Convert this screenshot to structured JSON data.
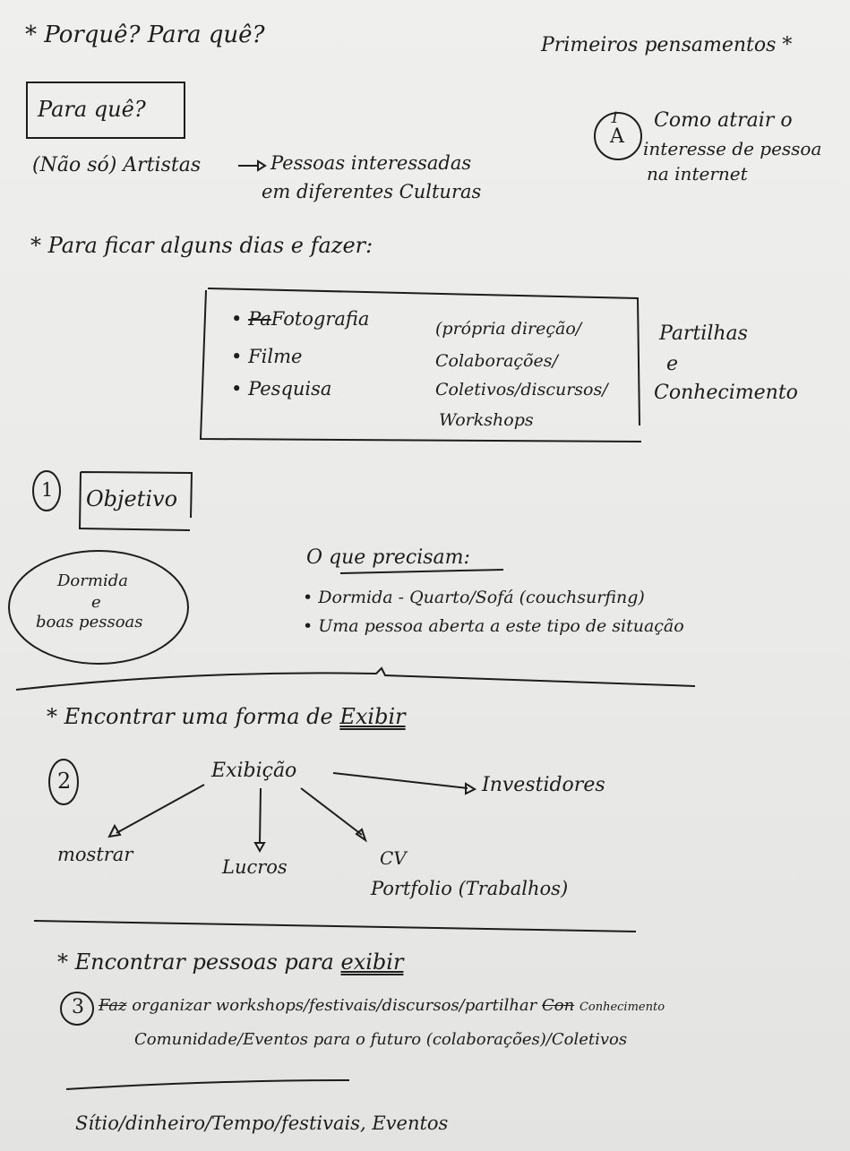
{
  "header": {
    "left": "* Porquê? Para quê?",
    "right": "Primeiros pensamentos *"
  },
  "section_para_que": {
    "box_label": "Para quê?",
    "line1": "(Não só) Artistas",
    "line1_target_a": "Pessoas interessadas",
    "line1_target_b": "em diferentes Culturas"
  },
  "side_note": {
    "marker": "A",
    "marker_num": "1",
    "lines": [
      "Como atrair o",
      "interesse de pessoa",
      "na internet"
    ]
  },
  "para_ficar": {
    "heading": "* Para ficar alguns dias e fazer:",
    "list": [
      "Fotografia",
      "Filme",
      "Pesquisa"
    ],
    "middle": [
      "(própria direção/",
      "Colaborações/",
      "Coletivos/discursos/",
      "Workshops"
    ],
    "right": [
      "Partilhas",
      "e",
      "Conhecimento"
    ],
    "struck_prefix": "Pa"
  },
  "objetivo": {
    "num": "1",
    "label": "Objetivo",
    "circle_lines": [
      "Dormida",
      "e",
      "boas pessoas"
    ],
    "precisam_label": "O que precisam:",
    "precisam_items": [
      "Dormida - Quarto/Sofá (couchsurfing)",
      "Uma pessoa aberta a este tipo de situação"
    ]
  },
  "exibir": {
    "heading_prefix": "* Encontrar uma forma de",
    "heading_word": "Exibir",
    "num": "2",
    "center": "Exibição",
    "investidores": "Investidores",
    "mostrar": "mostrar",
    "lucros": "Lucros",
    "cv": "CV",
    "portfolio": "Portfolio (Trabalhos)"
  },
  "pessoas": {
    "heading_prefix": "* Encontrar pessoas para",
    "heading_word": "exibir",
    "num": "3",
    "struck": "Faz",
    "line1": "organizar workshops/festivais/discursos/partilhar",
    "line1_struck": "Con",
    "line1_end": "Conhecimento",
    "line2": "Comunidade/Eventos para o futuro (colaborações)/Coletivos"
  },
  "footer": {
    "line": "Sítio/dinheiro/Tempo/festivais, Eventos"
  }
}
